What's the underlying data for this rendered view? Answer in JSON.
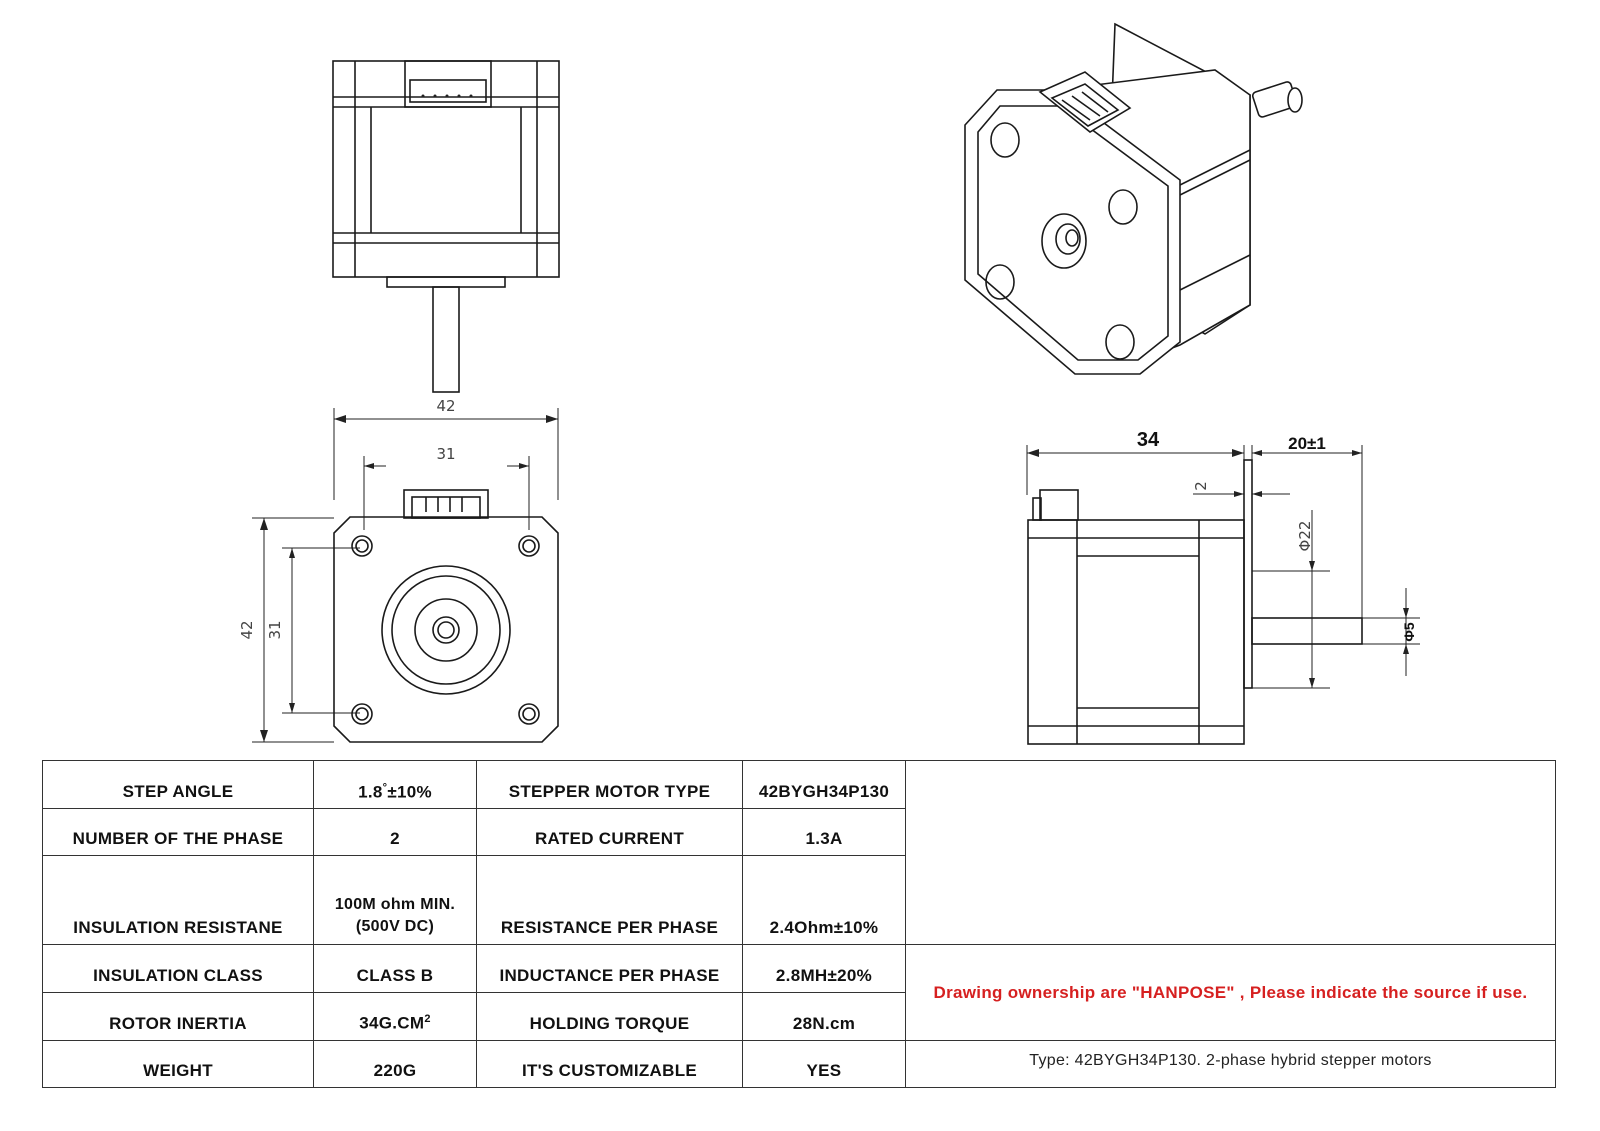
{
  "drawing": {
    "front_view": {
      "width_dim": "42",
      "hole_dim": "31"
    },
    "top_view": {
      "height_dim": "42",
      "hole_dim": "31"
    },
    "side_view": {
      "body_length": "34",
      "shaft_length": "20±1",
      "flange_dim": "2",
      "boss_dia": "Φ22",
      "shaft_dia": "Φ5"
    }
  },
  "specs": {
    "rows": [
      {
        "label_left": "STEP ANGLE",
        "value_left": "1.8",
        "value_left_suffix": "±10%",
        "value_left_sup": "°",
        "label_right": "STEPPER MOTOR TYPE",
        "value_right": "42BYGH34P130"
      },
      {
        "label_left": "NUMBER OF THE PHASE",
        "value_left": "2",
        "label_right": "RATED CURRENT",
        "value_right": "1.3A"
      },
      {
        "label_left": "INSULATION RESISTANE",
        "value_left": "100M ohm MIN.",
        "value_left_line2": "(500V DC)",
        "label_right": "RESISTANCE PER PHASE",
        "value_right": "2.4Ohm±10%"
      },
      {
        "label_left": "INSULATION CLASS",
        "value_left": "CLASS B",
        "label_right": "INDUCTANCE PER PHASE",
        "value_right": "2.8MH±20%"
      },
      {
        "label_left": "ROTOR INERTIA",
        "value_left": "34G.CM",
        "value_left_sup": "2",
        "label_right": "HOLDING TORQUE",
        "value_right": "28N.cm"
      },
      {
        "label_left": "WEIGHT",
        "value_left": "220G",
        "label_right": "IT'S CUSTOMIZABLE",
        "value_right": "YES"
      }
    ],
    "ownership_note": "Drawing ownership are \"HANPOSE\" , Please indicate the source if use.",
    "type_note": "Type: 42BYGH34P130.   2-phase hybrid stepper motors"
  },
  "colors": {
    "line": "#1a1a1a",
    "ownership_text": "#d62020"
  }
}
